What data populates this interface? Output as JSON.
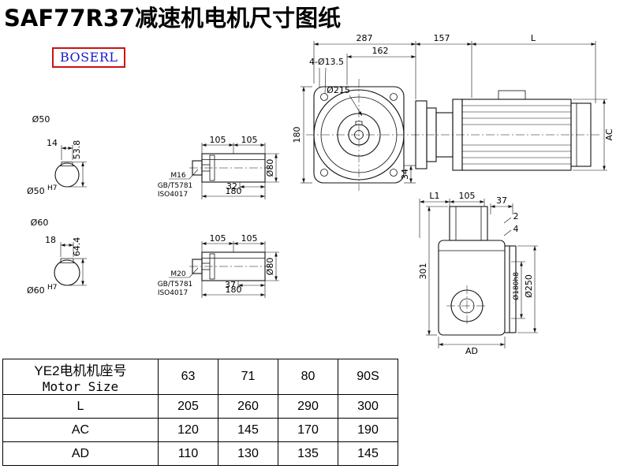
{
  "title": "SAF77R37减速机电机尺寸图纸",
  "logo_text": "BOSERL",
  "sections": {
    "shaft1": {
      "dia": "Ø50",
      "key_w": "14",
      "depth": "53.8",
      "bore": "Ø50",
      "bore_tol": "H7"
    },
    "shaft2": {
      "dia": "Ø60",
      "key_w": "18",
      "depth": "64.4",
      "bore": "Ø60",
      "bore_tol": "H7"
    },
    "stub1": {
      "seg1": "105",
      "seg2": "105",
      "thread_len": "32",
      "total": "180",
      "dia": "Ø80",
      "bolt": "M16",
      "std1": "GB/T5781",
      "std2": "ISO4017"
    },
    "stub2": {
      "seg1": "105",
      "seg2": "105",
      "thread_len": "37",
      "total": "180",
      "dia": "Ø80",
      "bolt": "M20",
      "std1": "GB/T5781",
      "std2": "ISO4017"
    },
    "front": {
      "width": "287",
      "width2": "162",
      "holes": "4-Ø13.5",
      "flange_dia": "Ø215",
      "height": "180",
      "foot": "34"
    },
    "side": {
      "housing_len": "157",
      "motor_len": "L",
      "motor_dia": "AC"
    },
    "rear": {
      "len1": "L1",
      "len2": "105",
      "f1": "37",
      "f2": "2",
      "f3": "4",
      "height": "301",
      "spigot": "Ø180h8",
      "flange": "Ø250",
      "width": "AD"
    }
  },
  "table": {
    "header_cn": "YE2电机机座号",
    "header_en": "Motor Size",
    "sizes": [
      "63",
      "71",
      "80",
      "90S"
    ],
    "rows": [
      {
        "label": "L",
        "values": [
          "205",
          "260",
          "290",
          "300"
        ]
      },
      {
        "label": "AC",
        "values": [
          "120",
          "145",
          "170",
          "190"
        ]
      },
      {
        "label": "AD",
        "values": [
          "110",
          "130",
          "135",
          "145"
        ]
      }
    ]
  }
}
